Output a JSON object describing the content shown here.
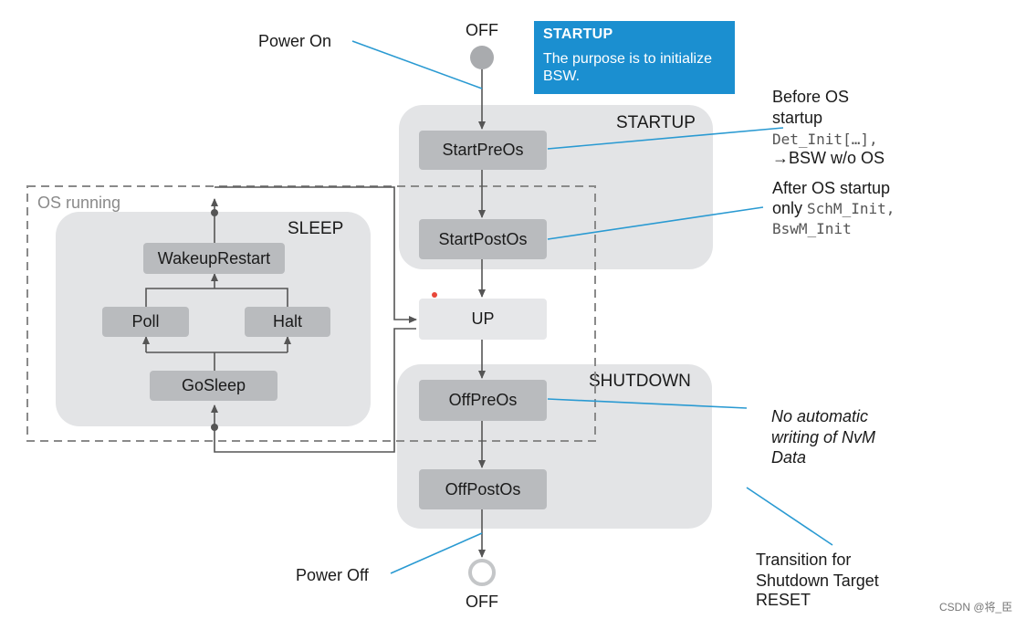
{
  "callout": {
    "title": "STARTUP",
    "body": "The purpose is to initialize BSW."
  },
  "terminals": {
    "off_top": "OFF",
    "off_bottom": "OFF"
  },
  "events": {
    "power_on": "Power On",
    "power_off": "Power Off"
  },
  "regions": {
    "startup": "STARTUP",
    "sleep": "SLEEP",
    "shutdown": "SHUTDOWN",
    "os_running": "OS running"
  },
  "states": {
    "start_pre_os": "StartPreOs",
    "start_post_os": "StartPostOs",
    "up": "UP",
    "off_pre_os": "OffPreOs",
    "off_post_os": "OffPostOs",
    "wakeup_restart": "WakeupRestart",
    "poll": "Poll",
    "halt": "Halt",
    "go_sleep": "GoSleep"
  },
  "notes": {
    "before_os": {
      "line1": "Before OS",
      "line2": "startup",
      "line3": "Det_Init[…],",
      "line4": "→BSW w/o OS"
    },
    "after_os": {
      "line1": "After OS startup",
      "line2_text": "only ",
      "line2_code": "SchM_Init,",
      "line3": "BswM_Init"
    },
    "no_auto": {
      "line1": "No automatic",
      "line2": "writing of NvM",
      "line3": "Data"
    },
    "transition": {
      "line1": "Transition for",
      "line2": "Shutdown Target",
      "line3": "RESET"
    }
  },
  "colors": {
    "region_fill": "#e3e4e6",
    "state_fill": "#b9bbbe",
    "callout_fill": "#1b8fd0",
    "leader_line": "#2a9ad2",
    "arrow": "#555555",
    "dashed_border": "#8a8a8a"
  },
  "watermark": "CSDN @将_臣"
}
